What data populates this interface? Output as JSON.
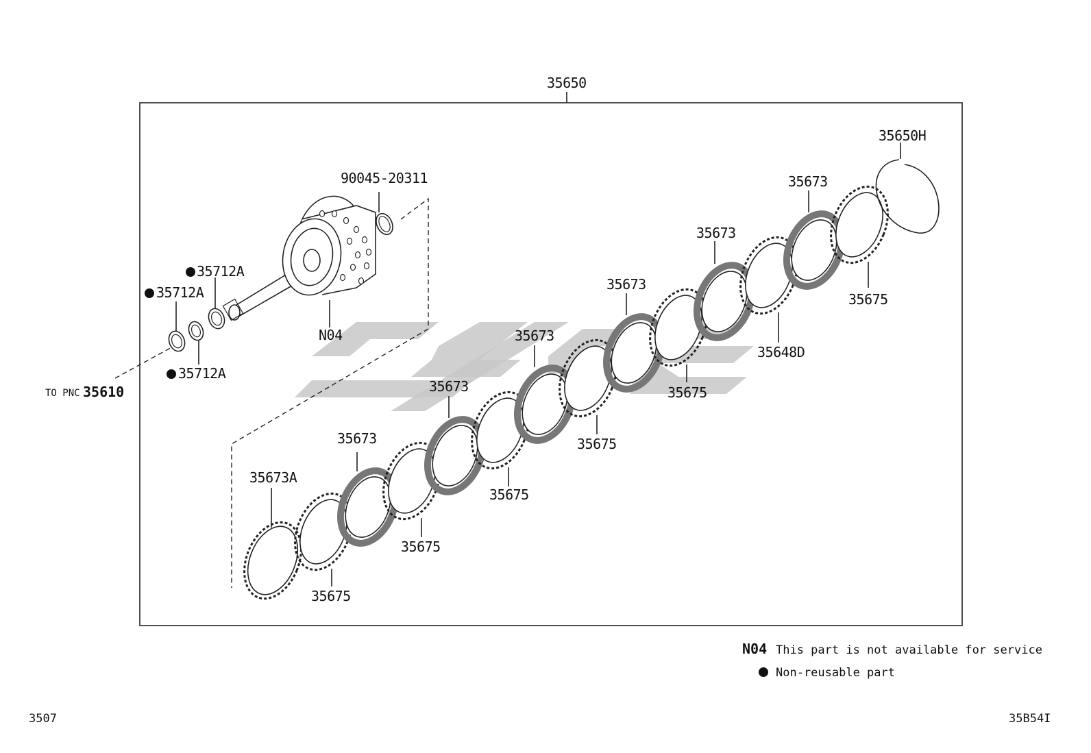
{
  "assembly": {
    "number": "35650",
    "to_pnc_prefix": "TO PNC",
    "to_pnc_number": "35610"
  },
  "part_labels": {
    "snap_ring_top": "90045-20311",
    "n04": "N04",
    "bearing_a1": "35712A",
    "bearing_a2": "35712A",
    "bearing_a3": "35712A",
    "retaining_ring": "35650H",
    "disc_1": "35673",
    "disc_2": "35673",
    "disc_3": "35673",
    "disc_4": "35673",
    "disc_5": "35673",
    "disc_6": "35673",
    "disc_first": "35673A",
    "plate_1": "35675",
    "plate_2": "35675",
    "plate_3": "35675",
    "plate_4": "35675",
    "plate_5": "35675",
    "plate_6": "35675",
    "flange": "35648D"
  },
  "legend": {
    "n04_code": "N04",
    "n04_text": "This part is not available for service",
    "dot_text": "Non-reusable part"
  },
  "footer": {
    "left": "3507",
    "right": "35B54I"
  },
  "colors": {
    "ink": "#111111",
    "watermark": "#c8c8c8",
    "background": "#ffffff"
  }
}
